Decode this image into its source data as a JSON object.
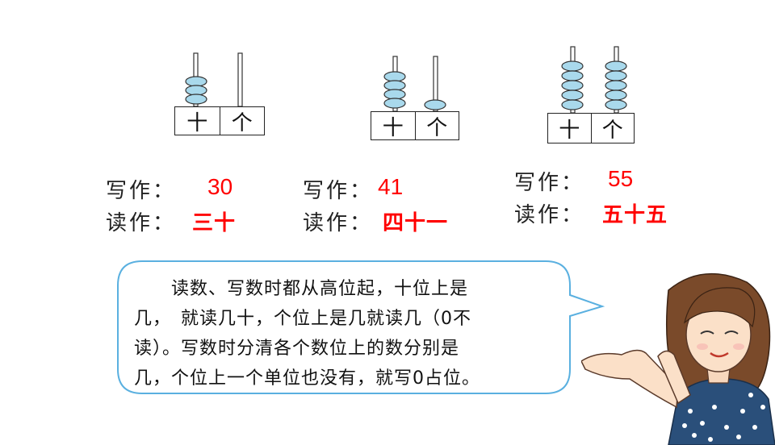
{
  "place_labels": {
    "tens": "十",
    "ones": "个"
  },
  "abaci": [
    {
      "tens_beads": 3,
      "ones_beads": 0
    },
    {
      "tens_beads": 4,
      "ones_beads": 1
    },
    {
      "tens_beads": 5,
      "ones_beads": 5
    }
  ],
  "examples": [
    {
      "write_label": "写作：",
      "read_label": "读作：",
      "number": "30",
      "chinese": "三十"
    },
    {
      "write_label": "写作：",
      "read_label": "读作：",
      "number": "41",
      "chinese": "四十一"
    },
    {
      "write_label": "写作：",
      "read_label": "读作：",
      "number": "55",
      "chinese": "五十五"
    }
  ],
  "rule_text": "读数、写数时都从高位起，十位上是几，就读几十，个位上是几就读几（0不读）。写数时分清各个数位上的数分别是几，个位上一个单位也没有，就写0占位。",
  "rule_lines": [
    "　　读数、写数时都从高位起，十位上是",
    "几，　就读几十，个位上是几就读几（0不",
    "读）。写数时分清各个数位上的数分别是",
    "几，个位上一个单位也没有，就写0占位。"
  ],
  "colors": {
    "answer": "#ff0000",
    "bead": "#9fd3e6",
    "bubble_border": "#5ab0e0"
  }
}
